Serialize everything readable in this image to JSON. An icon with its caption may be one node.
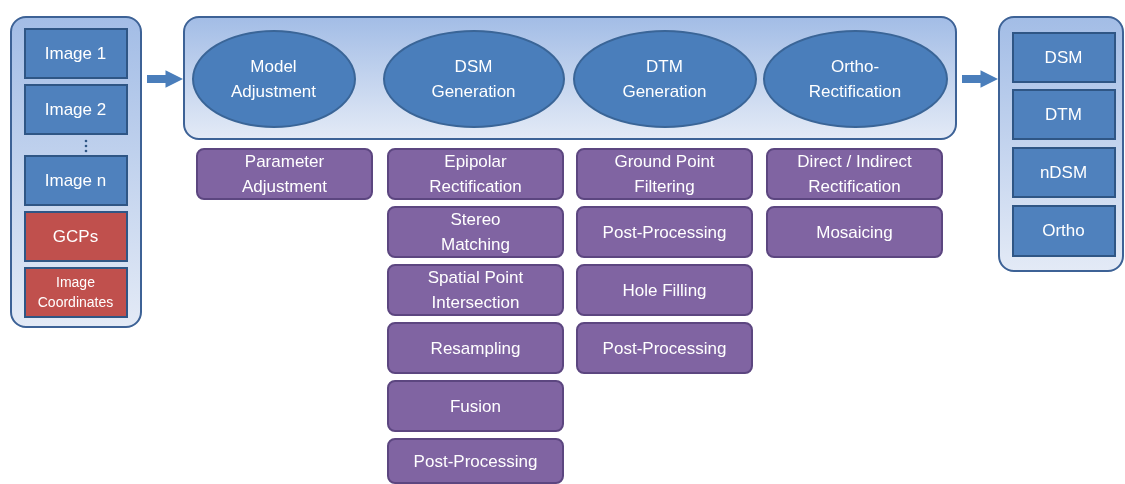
{
  "diagram": {
    "nodes": [
      {
        "text": [],
        "shape": "box"
      },
      {
        "text": [
          "Image 1"
        ],
        "in": 0
      },
      {
        "text": [
          "Image 2"
        ],
        "in": 0
      },
      {
        "text": [
          "Image n"
        ],
        "in": 0
      },
      {
        "text": [
          "GCPs"
        ],
        "in": 0
      },
      {
        "text": [
          "Image Coordinates"
        ],
        "in": 0
      },
      {
        "text": [],
        "shape": "box"
      },
      {
        "text": [
          "Model Adjustment"
        ],
        "in": 6
      },
      {
        "text": [
          "DSM Generation"
        ],
        "in": 6
      },
      {
        "text": [
          "DTM Generation"
        ],
        "in": 6
      },
      {
        "text": [
          "Ortho-Rectification"
        ],
        "in": 6
      },
      {
        "text": [],
        "shape": "box"
      },
      {
        "text": [
          "DSM"
        ],
        "in": 11
      },
      {
        "text": [
          "DTM"
        ],
        "in": 11
      },
      {
        "text": [
          "nDSM"
        ],
        "in": 11
      },
      {
        "text": [
          "Ortho"
        ],
        "in": 11
      },
      {
        "text": [
          "Parameter Adjustment"
        ]
      },
      {
        "text": [
          "Epipolar Rectification"
        ]
      },
      {
        "text": [
          "Stereo Matching"
        ]
      },
      {
        "text": [
          "Spatial Point Intersection"
        ]
      },
      {
        "text": [
          "Resampling"
        ]
      },
      {
        "text": [
          "Fusion"
        ]
      },
      {
        "text": [
          "Post-Processing"
        ]
      },
      {
        "text": [
          "Ground Point Filtering"
        ]
      },
      {
        "text": [
          "Post-Processing"
        ]
      },
      {
        "text": [
          "Hole Filling"
        ]
      },
      {
        "text": [
          "Post-Processing"
        ]
      },
      {
        "text": [
          "Direct / Indirect Rectification"
        ]
      },
      {
        "text": [
          "Mosaicing"
        ]
      }
    ],
    "edges": [
      {
        "from": 0,
        "to": 6,
        "arrow": "to"
      },
      {
        "from": 6,
        "to": 11,
        "arrow": "to"
      }
    ]
  }
}
